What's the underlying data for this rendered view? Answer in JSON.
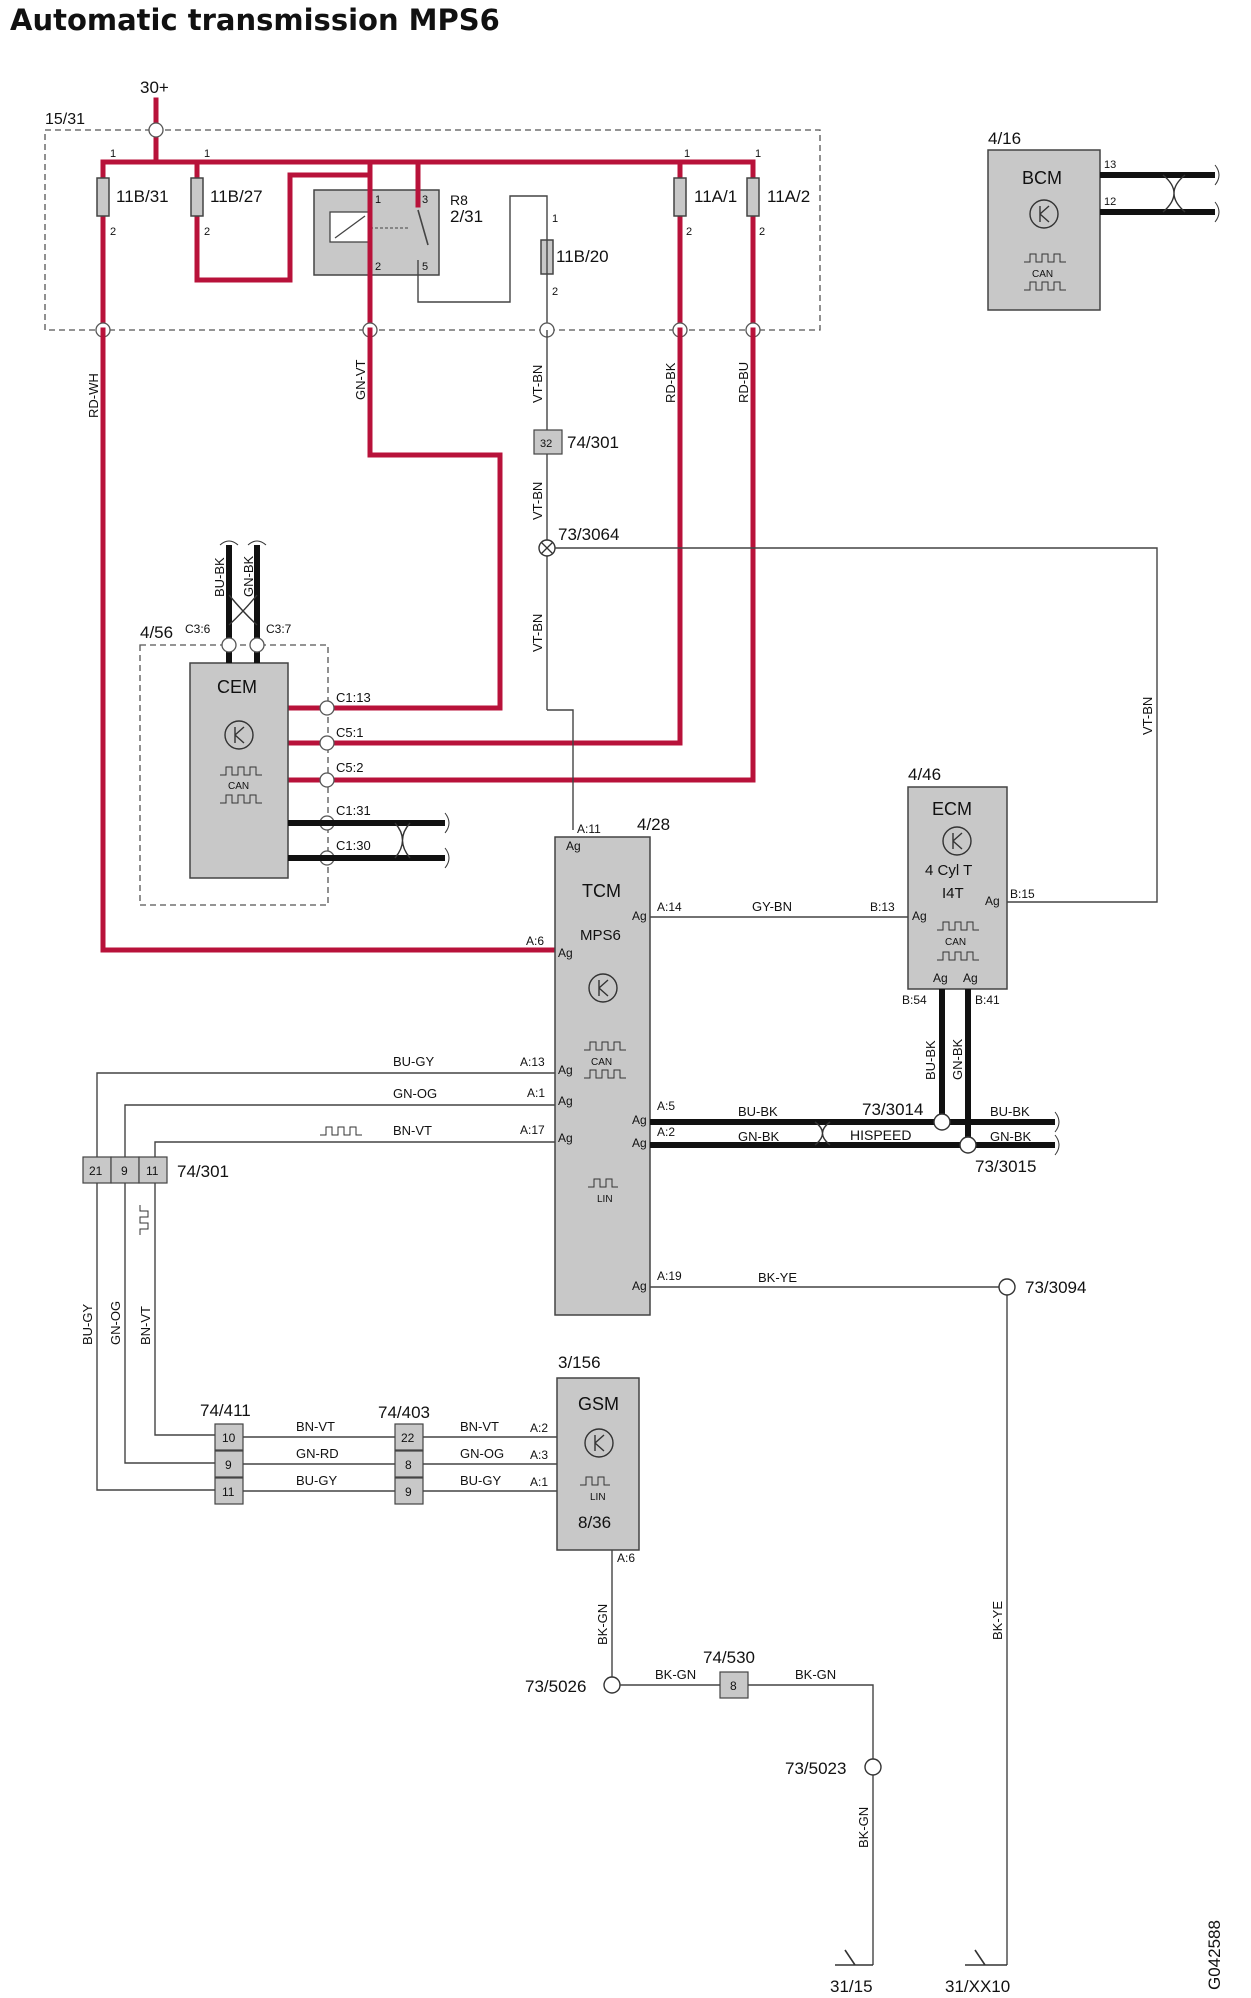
{
  "title": "Automatic transmission MPS6",
  "figure_id": "G042588",
  "power": {
    "supply": "30+",
    "fusebox_id": "15/31"
  },
  "fuses": {
    "f1": "11B/31",
    "f2": "11B/27",
    "f3": "11B/20",
    "f4": "11A/1",
    "f5": "11A/2"
  },
  "relay": {
    "name": "R8",
    "id": "2/31"
  },
  "pins": {
    "p1": "1",
    "p2": "2",
    "p3": "3",
    "p5": "5",
    "p12": "12",
    "p13": "13"
  },
  "wires": {
    "rd_wh": "RD-WH",
    "gn_vt": "GN-VT",
    "vt_bn": "VT-BN",
    "rd_bk": "RD-BK",
    "rd_bu": "RD-BU",
    "bu_bk": "BU-BK",
    "gn_bk": "GN-BK",
    "gy_bn": "GY-BN",
    "bu_gy": "BU-GY",
    "gn_og": "GN-OG",
    "bn_vt": "BN-VT",
    "bk_ye": "BK-YE",
    "gn_rd": "GN-RD",
    "bk_gn": "BK-GN",
    "hispeed": "HISPEED"
  },
  "modules": {
    "bcm": {
      "id": "4/16",
      "name": "BCM",
      "can": "CAN"
    },
    "cem": {
      "id": "4/56",
      "name": "CEM",
      "can": "CAN"
    },
    "tcm": {
      "id": "4/28",
      "name": "TCM",
      "sub": "MPS6",
      "can": "CAN",
      "lin": "LIN"
    },
    "ecm": {
      "id": "4/46",
      "name": "ECM",
      "sub1": "4 Cyl T",
      "sub2": "I4T",
      "can": "CAN"
    },
    "gsm": {
      "id": "3/156",
      "name": "GSM",
      "sub": "8/36",
      "lin": "LIN"
    }
  },
  "cem_pins": {
    "c3_6": "C3:6",
    "c3_7": "C3:7",
    "c1_13": "C1:13",
    "c5_1": "C5:1",
    "c5_2": "C5:2",
    "c1_31": "C1:31",
    "c1_30": "C1:30"
  },
  "tcm_pins": {
    "a11": "A:11",
    "a6": "A:6",
    "a14": "A:14",
    "a13": "A:13",
    "a1": "A:1",
    "a17": "A:17",
    "a5": "A:5",
    "a2": "A:2",
    "a19": "A:19",
    "ag": "Ag"
  },
  "ecm_pins": {
    "b13": "B:13",
    "b15": "B:15",
    "b54": "B:54",
    "b41": "B:41"
  },
  "gsm_pins": {
    "a2": "A:2",
    "a3": "A:3",
    "a1": "A:1",
    "a6": "A:6"
  },
  "connectors": {
    "c74_301": "74/301",
    "c74_411": "74/411",
    "c74_403": "74/403",
    "c74_530": "74/530",
    "pin32": "32",
    "pin21": "21",
    "pin9": "9",
    "pin11": "11",
    "pin10": "10",
    "pin22": "22",
    "pin8": "8"
  },
  "splices": {
    "s3064": "73/3064",
    "s3014": "73/3014",
    "s3015": "73/3015",
    "s3094": "73/3094",
    "s5026": "73/5026",
    "s5023": "73/5023"
  },
  "grounds": {
    "g1": "31/15",
    "g2": "31/XX10"
  },
  "colors": {
    "power_wire": "#b8123a",
    "module_fill": "#c8c8c8"
  }
}
